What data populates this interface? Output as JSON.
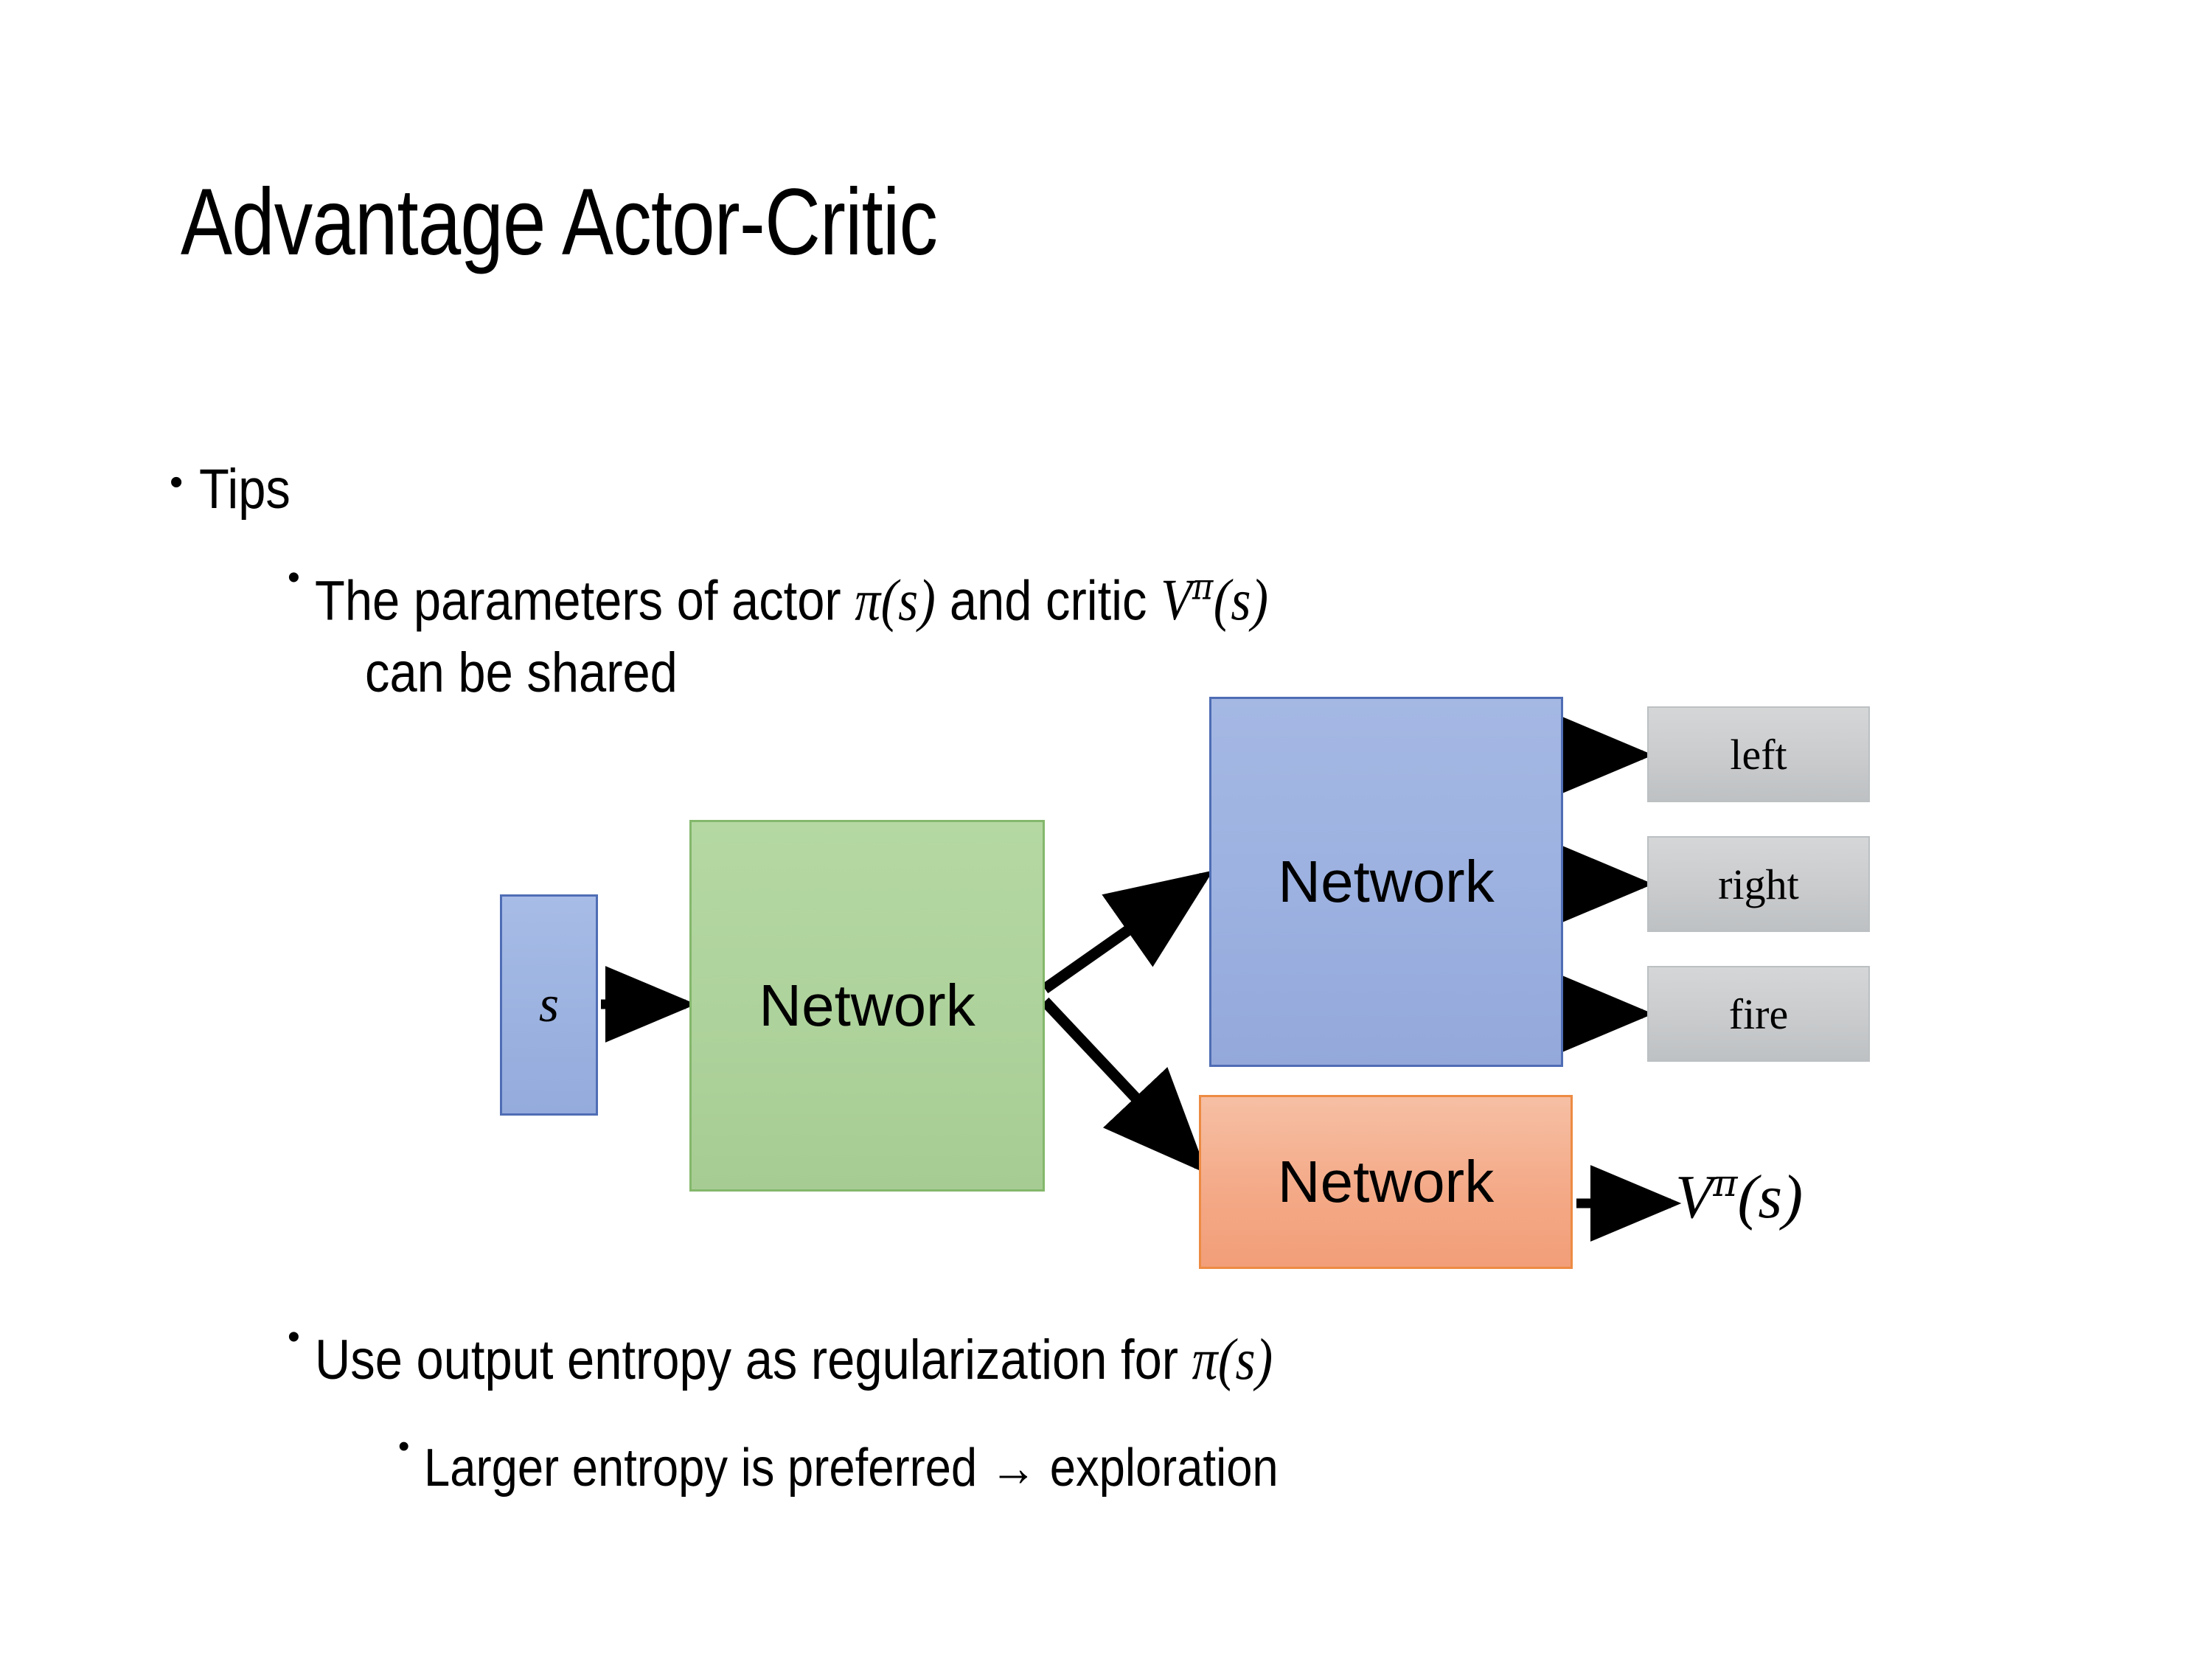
{
  "slide": {
    "title": "Advantage Actor-Critic",
    "background_color": "#ffffff",
    "text_color": "#000000"
  },
  "bullets": {
    "tips": {
      "marker": "•",
      "text": "Tips"
    },
    "parameters": {
      "marker": "•",
      "line1_prefix": "The parameters of actor ",
      "actor_symbol": "π(s)",
      "line1_middle": "  and critic ",
      "critic_symbol_base": "V",
      "critic_symbol_sup": "π",
      "critic_symbol_arg": "(s)",
      "line2": "can be shared"
    },
    "entropy": {
      "marker": "•",
      "prefix": "Use output entropy as regularization for ",
      "symbol": "π(s)"
    },
    "larger_entropy": {
      "marker": "•",
      "text": "Larger entropy is preferred → exploration"
    }
  },
  "diagram": {
    "input_box": {
      "label": "s",
      "fill": "#9CB2E0",
      "border": "#4F6DB5"
    },
    "shared_network": {
      "label": "Network",
      "fill": "#AED29B",
      "border": "#84B86C"
    },
    "actor_network": {
      "label": "Network",
      "fill": "#9CB1E0",
      "border": "#4F6DB5"
    },
    "critic_network": {
      "label": "Network",
      "fill": "#F4A885",
      "border": "#ED8B43"
    },
    "actions": [
      {
        "label": "left",
        "fill": "#C9CBCD",
        "border": "#BCC0C2"
      },
      {
        "label": "right",
        "fill": "#C9CBCD",
        "border": "#BCC0C2"
      },
      {
        "label": "fire",
        "fill": "#C9CBCD",
        "border": "#BCC0C2"
      }
    ],
    "value_output": {
      "base": "V",
      "superscript": "π",
      "argument": "(s)"
    },
    "arrow_color": "#000000"
  }
}
